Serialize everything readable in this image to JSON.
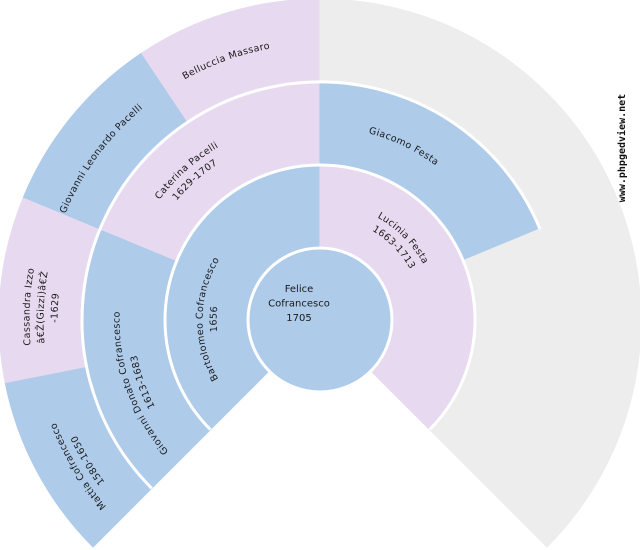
{
  "watermark": {
    "text": "www.phpgedview.net"
  },
  "chart_data": {
    "type": "fan",
    "description": "Ancestry fan chart, 4 generations, 270-degree fan with notch at bottom",
    "fan_degrees": 270,
    "start_angle_deg": -135,
    "palette": {
      "male": "#AECBEA",
      "female": "#E7D9EF",
      "empty": "#EDEDED",
      "separator": "#FFFFFF",
      "text": "#1A1A1A",
      "background": "#FFFFFF"
    },
    "center_person": {
      "lines": [
        "Felice",
        "Cofrancesco",
        "1705"
      ],
      "sex": "male"
    },
    "rings": [
      {
        "generation": 2,
        "slots": 2,
        "sectors": [
          {
            "slot": 0,
            "lines": [
              "Bartolomeo Cofrancesco",
              "1656"
            ],
            "sex": "male"
          },
          {
            "slot": 1,
            "lines": [
              "Lucinia Festa",
              "1663-1713"
            ],
            "sex": "female"
          }
        ]
      },
      {
        "generation": 3,
        "slots": 4,
        "sectors": [
          {
            "slot": 0,
            "lines": [
              "Giovanni Donato Cofrancesco",
              "1613-1683"
            ],
            "sex": "male"
          },
          {
            "slot": 1,
            "lines": [
              "Caterina Pacelli",
              "1629-1707"
            ],
            "sex": "female"
          },
          {
            "slot": 2,
            "lines": [
              "Giacomo Festa"
            ],
            "sex": "male"
          },
          {
            "slot": 3,
            "lines": [],
            "sex": "empty"
          }
        ]
      },
      {
        "generation": 4,
        "slots": 8,
        "sectors": [
          {
            "slot": 0,
            "lines": [
              "Mattia Cofrancesco",
              "1580-1650"
            ],
            "sex": "male"
          },
          {
            "slot": 1,
            "lines": [
              "Cassandra Izzo",
              "â€Ž(Gizzi)â€Ž",
              "-1629"
            ],
            "sex": "female"
          },
          {
            "slot": 2,
            "lines": [
              "Giovanni Leonardo Pacelli"
            ],
            "sex": "male"
          },
          {
            "slot": 3,
            "lines": [
              "Belluccia Massaro"
            ],
            "sex": "female"
          },
          {
            "slot": 4,
            "lines": [],
            "sex": "empty"
          },
          {
            "slot": 5,
            "lines": [],
            "sex": "empty"
          },
          {
            "slot": 6,
            "lines": [],
            "sex": "empty"
          },
          {
            "slot": 7,
            "lines": [],
            "sex": "empty"
          }
        ]
      }
    ]
  }
}
